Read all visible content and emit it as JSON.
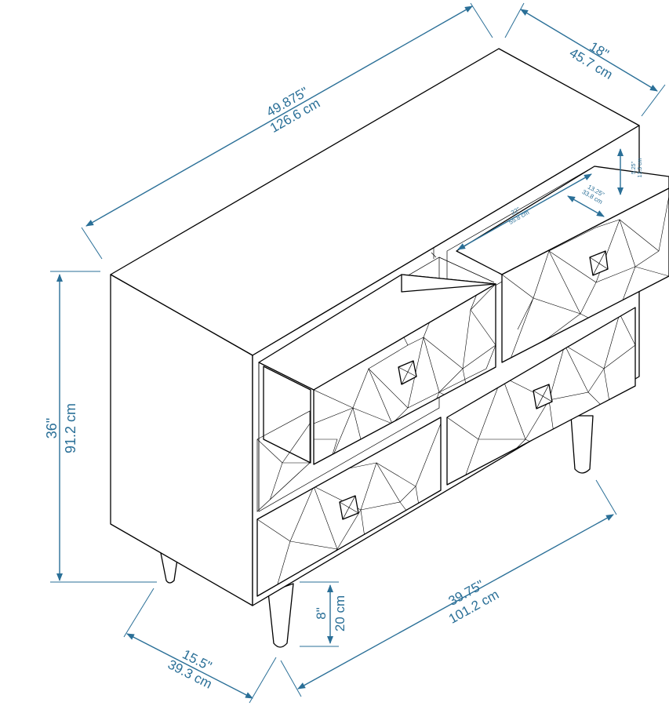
{
  "diagram": {
    "subject": "four-drawer dresser with faceted drawer fronts",
    "dimension_color": "#2a6f97",
    "dimensions": {
      "overall_width": {
        "imperial": "49.875\"",
        "metric": "126.6 cm"
      },
      "overall_depth": {
        "imperial": "18\"",
        "metric": "45.7 cm"
      },
      "overall_height": {
        "imperial": "36\"",
        "metric": "91.2 cm"
      },
      "drawer_height": {
        "imperial": "5.25\"",
        "metric": "13.3 cm"
      },
      "drawer_depth": {
        "imperial": "13.25\"",
        "metric": "33.8 cm"
      },
      "drawer_width": {
        "imperial": "22\"",
        "metric": "55.8 cm"
      },
      "leg_height": {
        "imperial": "8\"",
        "metric": "20 cm"
      },
      "leg_span_width": {
        "imperial": "39.75\"",
        "metric": "101.2 cm"
      },
      "leg_span_depth": {
        "imperial": "15.5\"",
        "metric": "39.3 cm"
      }
    }
  }
}
